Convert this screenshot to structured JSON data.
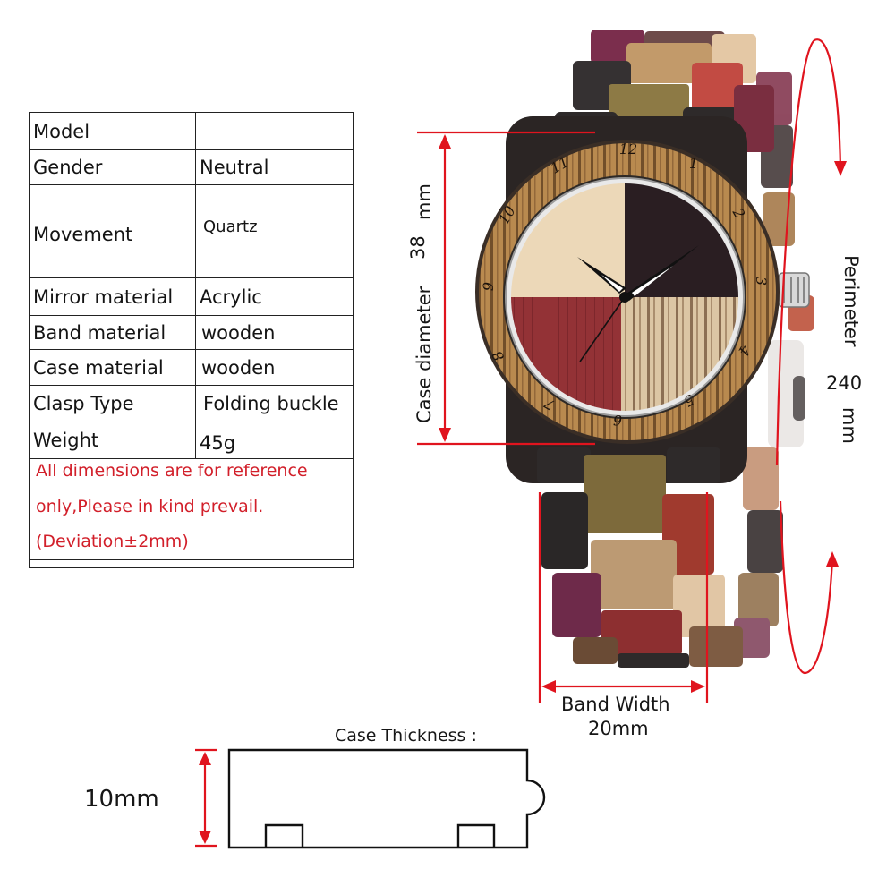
{
  "spec_table": {
    "rows": [
      {
        "label": "Model",
        "value": ""
      },
      {
        "label": "Gender",
        "value": "Neutral"
      },
      {
        "label": "Movement",
        "value": "Quartz"
      },
      {
        "label": "Mirror material",
        "value": "Acrylic"
      },
      {
        "label": "Band material",
        "value": "wooden"
      },
      {
        "label": "Case material",
        "value": "wooden"
      },
      {
        "label": "Clasp Type",
        "value": "Folding buckle"
      },
      {
        "label": "Weight",
        "value": "45g"
      }
    ],
    "note_lines": [
      "All dimensions are for reference",
      "only,Please in kind prevail.",
      "(Deviation±2mm)"
    ]
  },
  "dimensions": {
    "case_diameter": {
      "label": "Case diameter",
      "value": "38",
      "unit": "mm"
    },
    "perimeter": {
      "label": "Perimeter",
      "value": "240",
      "unit": "mm"
    },
    "band_width": {
      "label": "Band Width",
      "value": "20mm"
    },
    "case_thickness": {
      "label": "Case Thickness :",
      "value": "10mm"
    }
  },
  "watch": {
    "dial_numerals": [
      "12",
      "1",
      "2",
      "3",
      "4",
      "5",
      "6",
      "7",
      "8",
      "9",
      "10",
      "11"
    ]
  },
  "colors": {
    "annotation_red": "#e0141e",
    "note_red": "#d21f2a",
    "bezel_wood": "#b98a4f",
    "dial_maple": "#ecd8b8",
    "dial_ebony": "#2a1e22",
    "dial_padauk": "#8f2f34",
    "dial_zebra": "#d9c3a2"
  }
}
